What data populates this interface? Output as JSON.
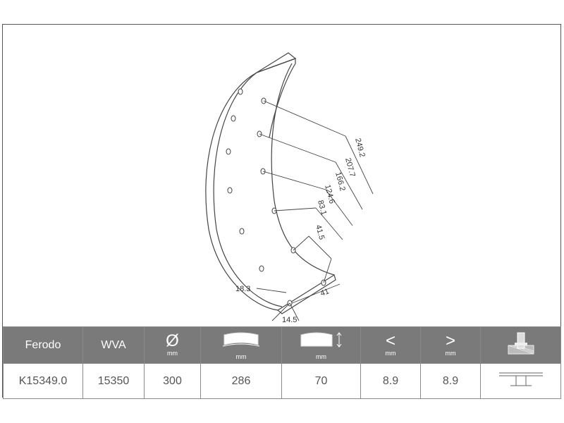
{
  "drawing": {
    "dimensions": [
      "249.2",
      "207.7",
      "166.2",
      "124.6",
      "83.1",
      "41.5"
    ],
    "offset_18_3": "18.3",
    "offset_14_5": "14.5",
    "offset_41": "41"
  },
  "table": {
    "headers": {
      "brand": "Ferodo",
      "wva": "WVA",
      "diameter_symbol": "Ø",
      "diameter_unit": "mm",
      "length_unit": "mm",
      "width_unit": "mm",
      "thickness_min_symbol": "<",
      "thickness_min_unit": "mm",
      "thickness_max_symbol": ">",
      "thickness_max_unit": "mm"
    },
    "values": {
      "part_number": "K15349.0",
      "wva": "15350",
      "diameter": "300",
      "length": "286",
      "width": "70",
      "thickness_min": "8.9",
      "thickness_max": "8.9"
    }
  },
  "icons": [
    "brake-drum-diameter-icon",
    "lining-length-icon",
    "lining-width-icon",
    "rivet-icon",
    "rivet-type-icon"
  ],
  "colors": {
    "header_bg": "#7a7a7a",
    "header_text": "#ffffff",
    "value_text": "#555555",
    "line": "#444444"
  }
}
